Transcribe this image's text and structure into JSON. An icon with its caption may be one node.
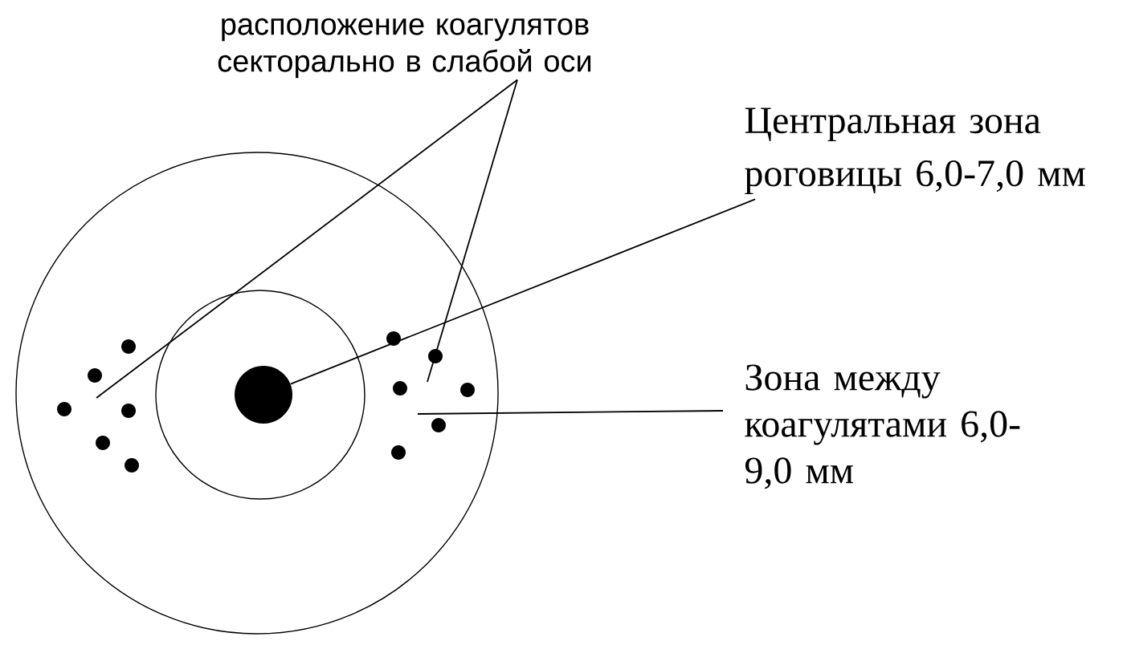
{
  "diagram": {
    "nodes": [
      {
        "text": [
          "расположение коагулятов секторально в слабой оси"
        ]
      },
      {
        "text": [
          "Центральная зона роговицы 6,0-7,0 мм"
        ]
      },
      {
        "text": [
          "Зона между коагулятами 6,0-9,0 мм"
        ]
      },
      {
        "text": [],
        "shape": "circle"
      }
    ],
    "edges": [
      {
        "from": 0,
        "to": null,
        "arrow": "none"
      },
      {
        "from": 0,
        "to": null,
        "arrow": "none"
      },
      {
        "from": 1,
        "to": 3,
        "arrow": "none"
      },
      {
        "from": 2,
        "to": null,
        "arrow": "none"
      }
    ]
  }
}
